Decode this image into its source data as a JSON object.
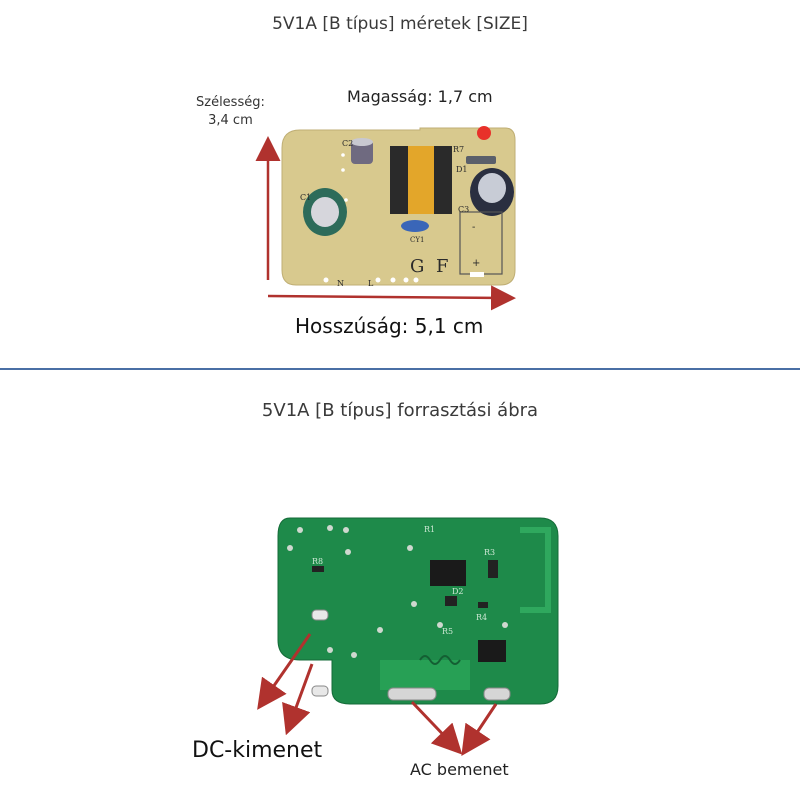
{
  "top_section": {
    "title": "5V1A [B típus] méretek [SIZE]",
    "width_label": [
      "Szélesség:",
      "3,4 cm"
    ],
    "height_label": "Magasság: 1,7 cm",
    "length_label": "Hosszúság: 5,1 cm",
    "board_markings": [
      "C2",
      "C1",
      "C3",
      "R7",
      "D1",
      "CY1",
      "G",
      "F",
      "N",
      "L",
      "+",
      "-"
    ]
  },
  "bottom_section": {
    "title": "5V1A [B típus] forrasztási ábra",
    "dc_label": "DC-kimenet",
    "ac_label": "AC bemenet",
    "board_markings": [
      "R1",
      "R3",
      "R8",
      "D2",
      "R5",
      "R4"
    ]
  },
  "colors": {
    "beige_board": "#d8c98e",
    "green_board": "#1e8a4a",
    "arrow_red": "#b0322e",
    "divider_blue": "#4a6fa5"
  }
}
